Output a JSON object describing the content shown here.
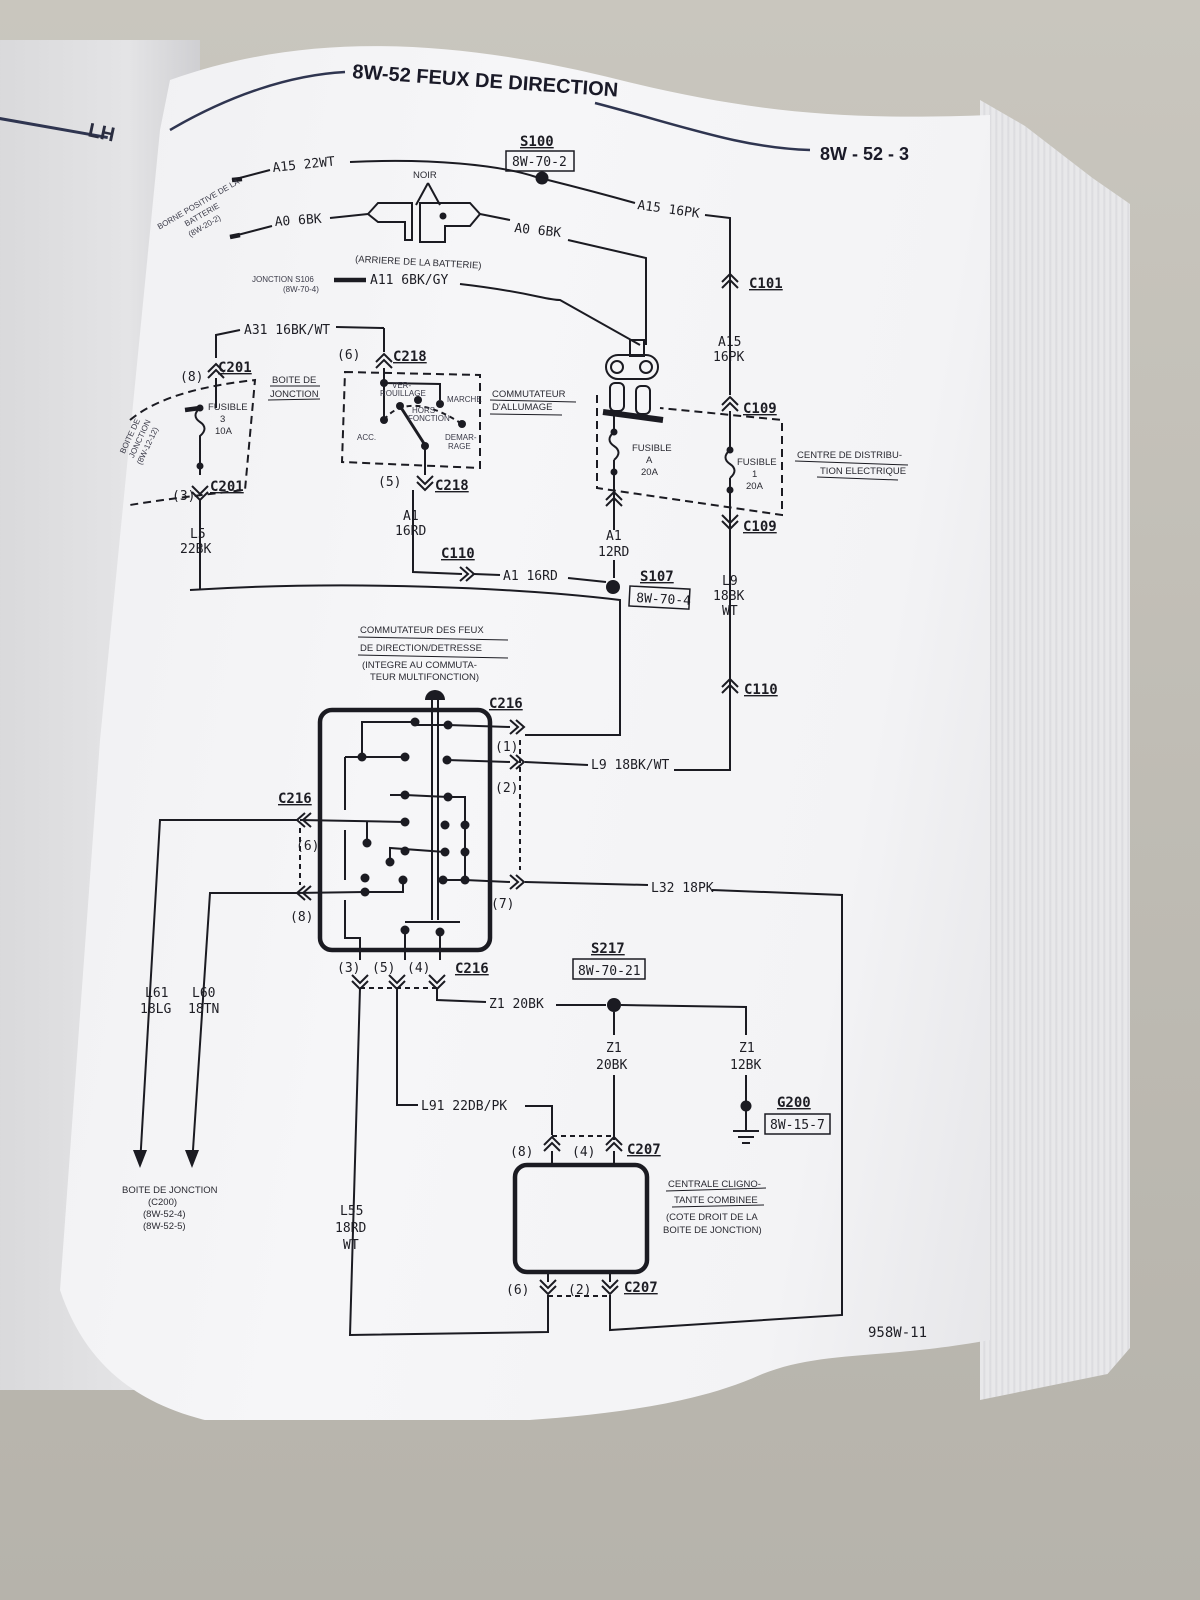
{
  "header": {
    "section_title": "8W-52 FEUX DE DIRECTION",
    "page_number": "8W - 52 - 3",
    "left_page_tab": "LH",
    "figure_id": "958W-11"
  },
  "colors": {
    "ink": "#1b1b22",
    "header_rule": "#2f3550",
    "paper": "#f4f4f6",
    "background": "#bdbab2"
  },
  "splices": [
    {
      "id": "S100",
      "ref": "8W-70-2"
    },
    {
      "id": "S107",
      "ref": "8W-70-4"
    },
    {
      "id": "S217",
      "ref": "8W-70-21"
    }
  ],
  "ground": {
    "id": "G200",
    "ref": "8W-15-7"
  },
  "connectors": {
    "c101": "C101",
    "c109_top": "C109",
    "c109_bottom": "C109",
    "c110_left": "C110",
    "c110_right": "C110",
    "c201_top": "C201",
    "c201_bottom": "C201",
    "c218_top": "C218",
    "c218_bottom": "C218",
    "c216_top": "C216",
    "c216_left": "C216",
    "c216_bottom": "C216",
    "c207_top": "C207",
    "c207_bottom": "C207"
  },
  "pins": {
    "c201_top": "(8)",
    "c201_bottom": "(3)",
    "c218_top": "(6)",
    "c218_bottom": "(5)",
    "c216_p1": "(1)",
    "c216_p2": "(2)",
    "c216_p6": "(6)",
    "c216_p7": "(7)",
    "c216_p8": "(8)",
    "c216_p3": "(3)",
    "c216_p5": "(5)",
    "c216_p4": "(4)",
    "c207_p8": "(8)",
    "c207_p4": "(4)",
    "c207_p6": "(6)",
    "c207_p2": "(2)"
  },
  "wires": {
    "a15_22wt": "A15 22WT",
    "a15_16pk": "A15 16PK",
    "a15_vert_1": "A15",
    "a15_vert_2": "16PK",
    "a0_left": "A0 6BK",
    "a0_right": "A0 6BK",
    "a11": "A11 6BK/GY",
    "a31": "A31 16BK/WT",
    "l5_1": "L5",
    "l5_2": "22BK",
    "a1_16rd_v1": "A1",
    "a1_16rd_v2": "16RD",
    "a1_16rd_h": "A1 16RD",
    "a1_12rd_1": "A1",
    "a1_12rd_2": "12RD",
    "l9_v1": "L9",
    "l9_v2": "18BK",
    "l9_v3": "WT",
    "l9_h": "L9 18BK/WT",
    "l32": "L32 18PK",
    "l61_1": "L61",
    "l61_2": "18LG",
    "l60_1": "L60",
    "l60_2": "18TN",
    "z1_h": "Z1 20BK",
    "z1_mid_1": "Z1",
    "z1_mid_2": "20BK",
    "z1_gnd_1": "Z1",
    "z1_gnd_2": "12BK",
    "l91": "L91 22DB/PK",
    "l55_1": "L55",
    "l55_2": "18RD",
    "l55_3": "WT"
  },
  "labels": {
    "borne_1": "BORNE POSITIVE DE LA",
    "borne_2": "BATTERIE",
    "borne_3": "(8W-20-2)",
    "noir": "NOIR",
    "arriere_batterie": "(ARRIERE DE LA BATTERIE)",
    "jonction_s106_1": "JONCTION S106",
    "jonction_s106_2": "(8W-70-4)",
    "boite_jonction_side_1": "BOITE DE",
    "boite_jonction_side_2": "JONCTION",
    "boite_jonction_side_3": "(8W-12-12)",
    "fusible3_1": "FUSIBLE",
    "fusible3_2": "3",
    "fusible3_3": "10A",
    "boite_de": "BOITE DE",
    "jonction": "JONCTION",
    "ver": "VER-",
    "rouillage": "ROUILLAGE",
    "marche": "MARCHE",
    "hors": "HORS",
    "fonction": "FONCTION",
    "acc": "ACC.",
    "demar": "DEMAR-",
    "rage": "RAGE",
    "commutateur_1": "COMMUTATEUR",
    "commutateur_2": "D'ALLUMAGE",
    "fusibleA_1": "FUSIBLE",
    "fusibleA_2": "A",
    "fusibleA_3": "20A",
    "fusible1_1": "FUSIBLE",
    "fusible1_2": "1",
    "fusible1_3": "20A",
    "centre_1": "CENTRE DE DISTRIBU-",
    "centre_2": "TION ELECTRIQUE",
    "cmt_feux_1": "COMMUTATEUR DES FEUX",
    "cmt_feux_2": "DE DIRECTION/DETRESSE",
    "cmt_feux_3": "(INTEGRE AU COMMUTA-",
    "cmt_feux_4": "TEUR MULTIFONCTION)",
    "boite_c200_1": "BOITE DE JONCTION",
    "boite_c200_2": "(C200)",
    "boite_c200_3": "(8W-52-4)",
    "boite_c200_4": "(8W-52-5)",
    "centrale_1": "CENTRALE CLIGNO-",
    "centrale_2": "TANTE COMBINEE",
    "centrale_3": "(COTE DROIT DE LA",
    "centrale_4": "BOITE DE JONCTION)"
  }
}
